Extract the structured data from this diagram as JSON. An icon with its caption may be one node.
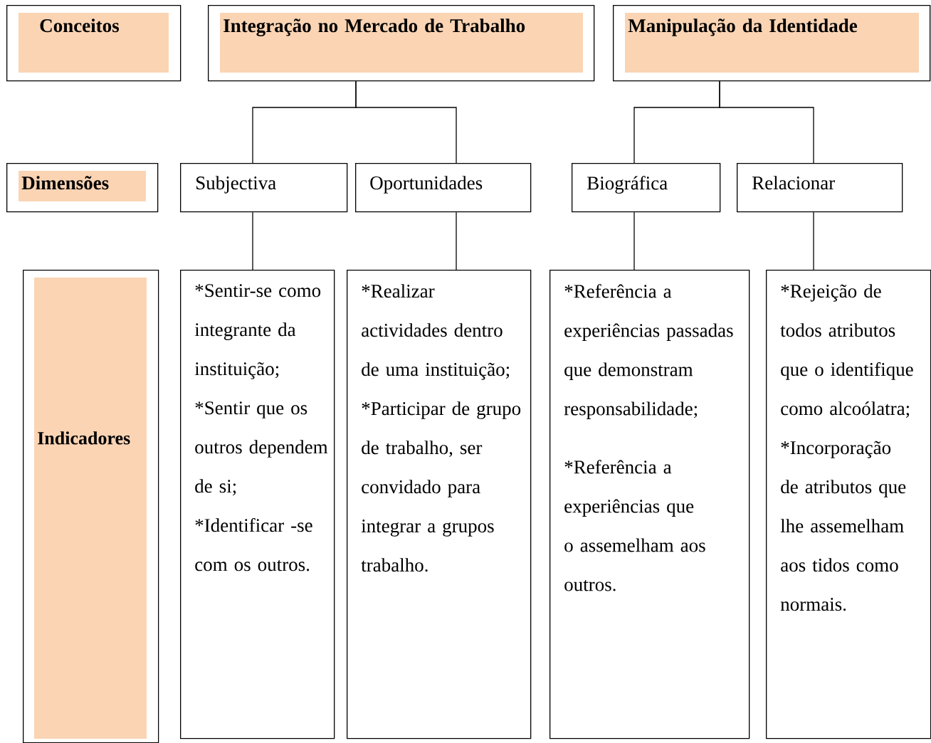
{
  "diagram": {
    "nodes": [
      {
        "text": [
          "Conceitos"
        ]
      },
      {
        "text": [
          "Integração no Mercado de Trabalho"
        ]
      },
      {
        "text": [
          "Manipulação da Identidade"
        ]
      },
      {
        "text": [
          "Dimensões"
        ]
      },
      {
        "text": [
          "Subjectiva"
        ]
      },
      {
        "text": [
          "Oportunidades"
        ]
      },
      {
        "text": [
          "Biográfica"
        ]
      },
      {
        "text": [
          "Relacionar"
        ]
      },
      {
        "text": [
          "Indicadores"
        ]
      },
      {
        "text": [
          "*Sentir-se como integrante da instituição;",
          "*Sentir que os outros dependem de si;",
          "*Identificar -se com os outros."
        ]
      },
      {
        "text": [
          "*Realizar actividades dentro de uma instituição;",
          "*Participar de grupo de trabalho, ser convidado para integrar a grupos trabalho."
        ]
      },
      {
        "text": [
          "*Referência a experiências passadas que demonstram responsabilidade;",
          "*Referência a experiências que o assemelham aos outros."
        ]
      },
      {
        "text": [
          "*Rejeição de todos atributos que o identifique como alcoólatra;",
          "*Incorporação de atributos que lhe assemelham aos tidos como normais."
        ]
      }
    ],
    "edges": [
      {
        "from": 1,
        "to": 4,
        "arrow": "none"
      },
      {
        "from": 1,
        "to": 5,
        "arrow": "none"
      },
      {
        "from": 2,
        "to": 6,
        "arrow": "none"
      },
      {
        "from": 2,
        "to": 7,
        "arrow": "none"
      },
      {
        "from": 4,
        "to": 9,
        "arrow": "none"
      },
      {
        "from": 5,
        "to": 10,
        "arrow": "none"
      },
      {
        "from": 6,
        "to": 11,
        "arrow": "none"
      },
      {
        "from": 7,
        "to": 12,
        "arrow": "none"
      }
    ]
  }
}
